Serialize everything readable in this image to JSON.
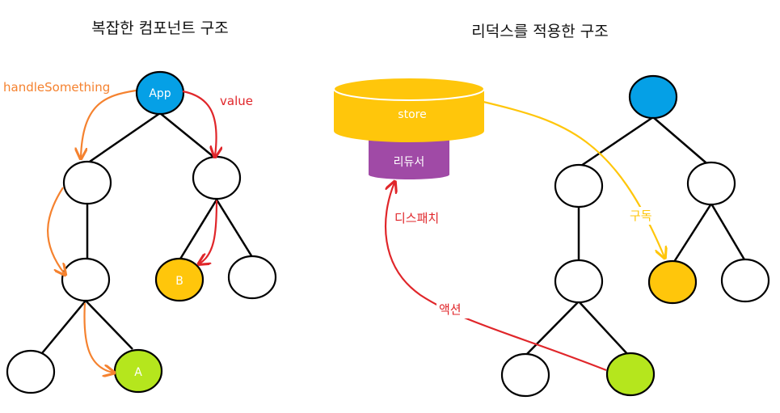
{
  "left": {
    "title": "복잡한 컴포넌트 구조",
    "app_label": "App",
    "node_b_label": "B",
    "node_a_label": "A",
    "handle_label": "handleSomething",
    "value_label": "value"
  },
  "right": {
    "title": "리덕스를 적용한 구조",
    "store_label": "store",
    "reducer_label": "리듀서",
    "dispatch_label": "디스패치",
    "action_label": "액션",
    "subscribe_label": "구독"
  },
  "colors": {
    "app_blue": "#05a0e6",
    "store_yellow": "#ffc60b",
    "reducer_purple": "#a04aa6",
    "green": "#b5e61d",
    "orange": "#f5822f",
    "red": "#e0262a"
  }
}
